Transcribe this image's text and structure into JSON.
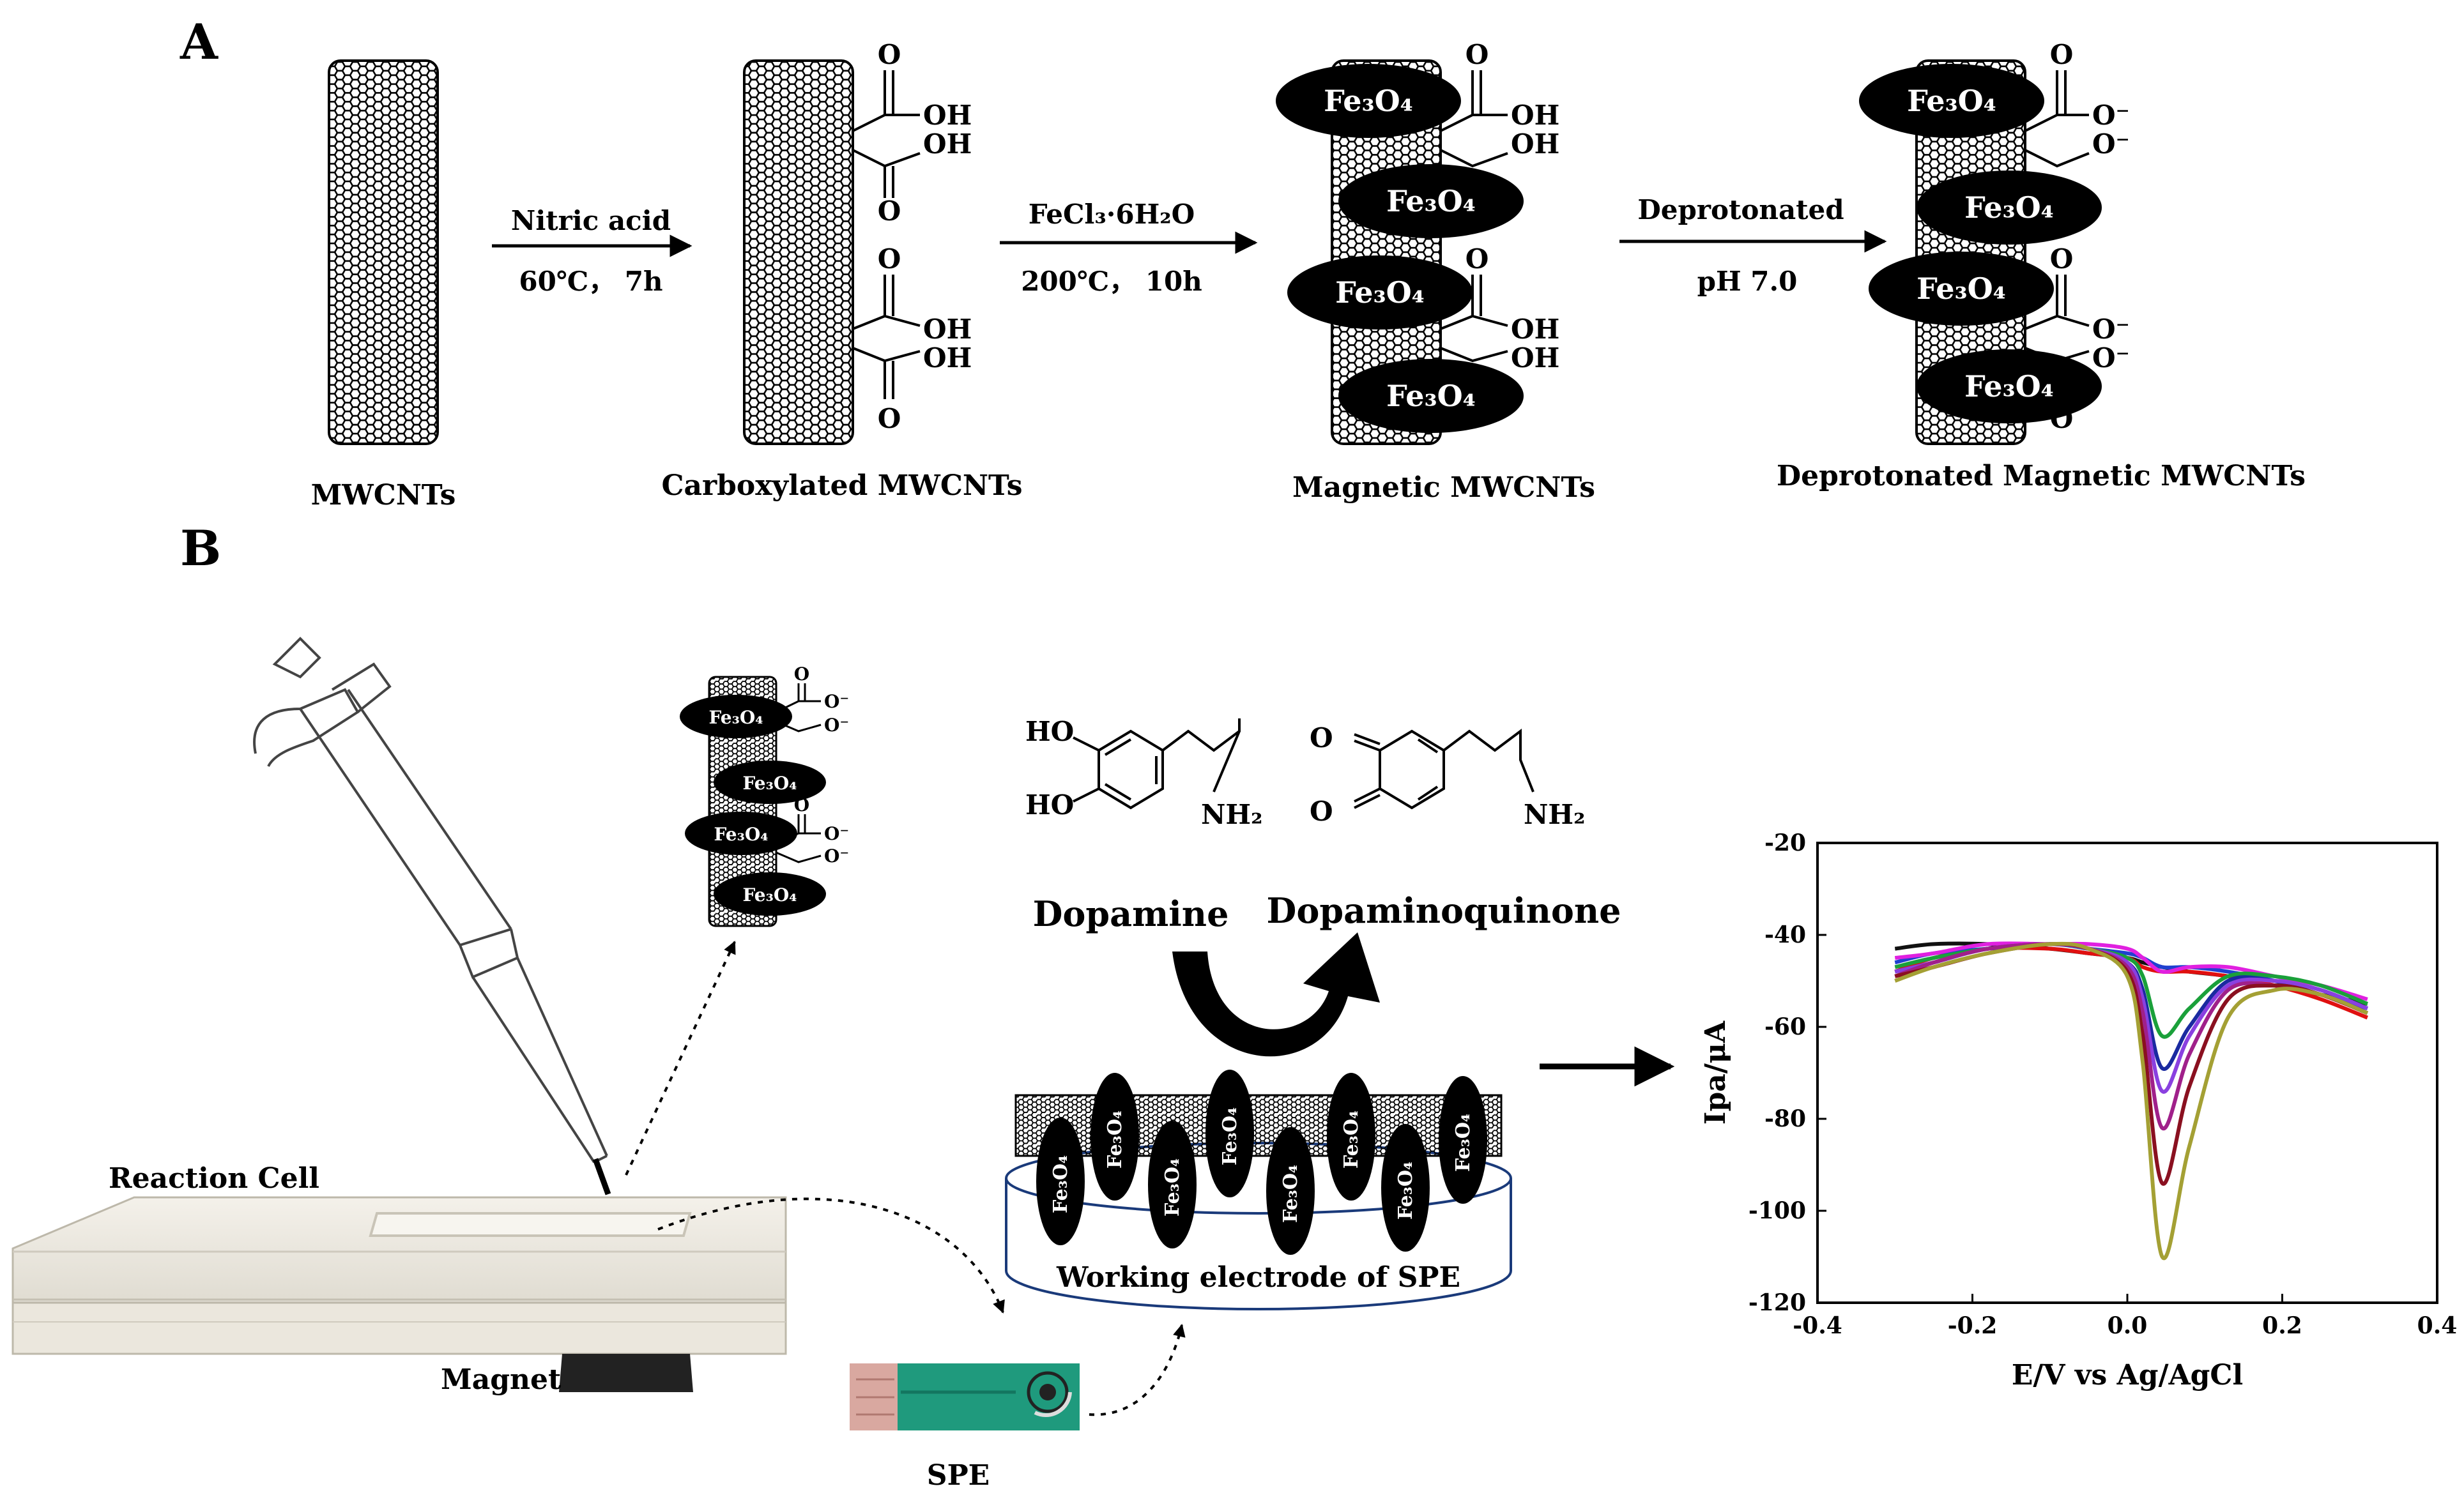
{
  "panels": {
    "a": "A",
    "b": "B"
  },
  "stages": [
    {
      "id": "mwcnt",
      "label": "MWCNTs"
    },
    {
      "id": "carboxylated",
      "label": "Carboxylated MWCNTs"
    },
    {
      "id": "magnetic",
      "label": "Magnetic MWCNTs"
    },
    {
      "id": "deprotonated",
      "label": "Deprotonated Magnetic MWCNTs"
    }
  ],
  "steps": [
    {
      "reagent": "Nitric acid",
      "conditions": "60℃， 7h"
    },
    {
      "reagent": "FeCl₃·6H₂O",
      "conditions": "200℃， 10h"
    },
    {
      "reagent": "Deprotonated",
      "conditions": "pH 7.0"
    }
  ],
  "chem": {
    "oxide": "Fe₃O₄",
    "O": "O",
    "OH": "OH",
    "Ominus": "O⁻",
    "HO": "HO",
    "NH2": "NH₂"
  },
  "molecules": {
    "dopamine": "Dopamine",
    "quinone": "Dopaminoquinone"
  },
  "labels": {
    "reaction_cell": "Reaction Cell",
    "magnet": "Magnet",
    "spe": "SPE",
    "working_electrode": "Working electrode of SPE"
  },
  "colors": {
    "cell": "#eeebe2",
    "spe_body": "#1f9a7d",
    "spe_contact": "#d9a8a0",
    "magnet": "#222222"
  },
  "chart_data": {
    "type": "line",
    "xlabel": "E/V vs Ag/AgCl",
    "ylabel": "Ipa/μA",
    "xlim": [
      -0.4,
      0.4
    ],
    "ylim": [
      -120,
      -20
    ],
    "xticks": [
      "-0.4",
      "-0.2",
      "0.0",
      "0.2",
      "0.4"
    ],
    "yticks": [
      "-20",
      "-40",
      "-60",
      "-80",
      "-100",
      "-120"
    ],
    "grid": false,
    "series": [
      {
        "color": "#111111",
        "values": [
          -43,
          -42,
          -42,
          -43,
          -44,
          -45,
          -46,
          -47,
          -48,
          -49,
          -51,
          -53,
          -55
        ]
      },
      {
        "color": "#e01010",
        "values": [
          -48,
          -45,
          -43,
          -43,
          -44,
          -45,
          -47,
          -48,
          -48,
          -49,
          -51,
          -54,
          -58
        ]
      },
      {
        "color": "#2040d0",
        "values": [
          -46,
          -44,
          -43,
          -42,
          -43,
          -44,
          -45,
          -47,
          -47,
          -48,
          -50,
          -53,
          -56
        ]
      },
      {
        "color": "#e020e0",
        "values": [
          -45,
          -44,
          -42,
          -42,
          -42,
          -43,
          -45,
          -48,
          -47,
          -47,
          -49,
          -51,
          -54
        ]
      },
      {
        "color": "#1aa03a",
        "values": [
          -47,
          -45,
          -43,
          -42,
          -43,
          -45,
          -49,
          -62,
          -56,
          -49,
          -49,
          -51,
          -55
        ]
      },
      {
        "color": "#1a2aa0",
        "values": [
          -48,
          -46,
          -43,
          -42,
          -43,
          -46,
          -52,
          -69,
          -60,
          -50,
          -50,
          -52,
          -56
        ]
      },
      {
        "color": "#8a40e0",
        "values": [
          -48,
          -46,
          -43,
          -42,
          -43,
          -46,
          -54,
          -74,
          -62,
          -51,
          -50,
          -52,
          -56
        ]
      },
      {
        "color": "#a0208a",
        "values": [
          -49,
          -46,
          -43,
          -42,
          -43,
          -47,
          -57,
          -82,
          -66,
          -52,
          -51,
          -53,
          -57
        ]
      },
      {
        "color": "#8a1020",
        "values": [
          -49,
          -47,
          -44,
          -42,
          -43,
          -48,
          -62,
          -94,
          -73,
          -54,
          -51,
          -53,
          -57
        ]
      },
      {
        "color": "#a4a034",
        "values": [
          -50,
          -47,
          -44,
          -42,
          -43,
          -49,
          -68,
          -110,
          -86,
          -58,
          -52,
          -53,
          -57
        ]
      }
    ],
    "x": [
      -0.3,
      -0.25,
      -0.18,
      -0.1,
      -0.05,
      0.0,
      0.02,
      0.045,
      0.08,
      0.13,
      0.19,
      0.25,
      0.31
    ]
  }
}
